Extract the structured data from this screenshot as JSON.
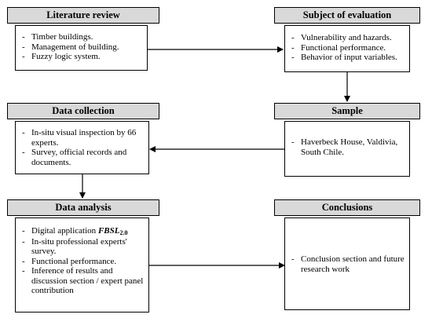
{
  "literature_review": {
    "title": "Literature review",
    "items": [
      "Timber buildings.",
      "Management of building.",
      "Fuzzy logic system."
    ]
  },
  "subject_of_evaluation": {
    "title": "Subject of evaluation",
    "items": [
      "Vulnerability and hazards.",
      "Functional performance.",
      "Behavior of input variables."
    ]
  },
  "data_collection": {
    "title": "Data collection",
    "items": [
      "In-situ visual inspection by 66 experts.",
      "Survey, official records and documents."
    ]
  },
  "sample": {
    "title": "Sample",
    "items": [
      "Haverbeck House, Valdivia, South Chile."
    ]
  },
  "data_analysis": {
    "title": "Data analysis",
    "item_1_prefix": "Digital application ",
    "item_1_app": "FBSL",
    "item_1_sub": "2.0",
    "items": [
      "In-situ professional experts' survey.",
      "Functional performance.",
      "Inference of results and discussion section / expert panel contribution"
    ]
  },
  "conclusions": {
    "title": "Conclusions",
    "items": [
      "Conclusion section and future research work"
    ]
  }
}
